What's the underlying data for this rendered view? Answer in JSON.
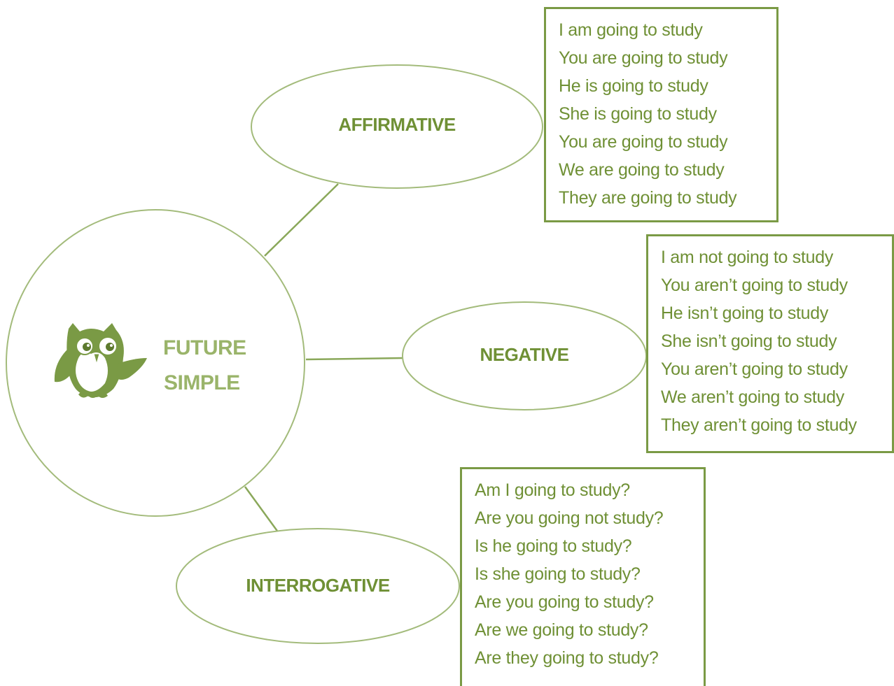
{
  "colors": {
    "accent": "#7a9a45",
    "text": "#6f9035",
    "light_text": "#9ab46a",
    "background": "#ffffff"
  },
  "center": {
    "icon": "owl-icon",
    "title_line1": "FUTURE",
    "title_line2": "SIMPLE"
  },
  "nodes": {
    "affirmative": "AFFIRMATIVE",
    "negative": "NEGATIVE",
    "interrogative": "INTERROGATIVE"
  },
  "affirmative_lines": [
    "I am going to study",
    "You are going to study",
    "He is going to study",
    "She is going to study",
    "You are going to study",
    "We are going to study",
    "They are going to study"
  ],
  "negative_lines": [
    "I am not going to study",
    "You aren’t going to study",
    "He isn’t going to study",
    "She isn’t going to study",
    "You aren’t going to study",
    "We aren’t going to study",
    "They aren’t going to study"
  ],
  "interrogative_lines": [
    "Am I going to study?",
    "Are you going not study?",
    "Is he going to study?",
    "Is she going to study?",
    "Are you going to study?",
    "Are we going to study?",
    "Are they going to study?"
  ]
}
